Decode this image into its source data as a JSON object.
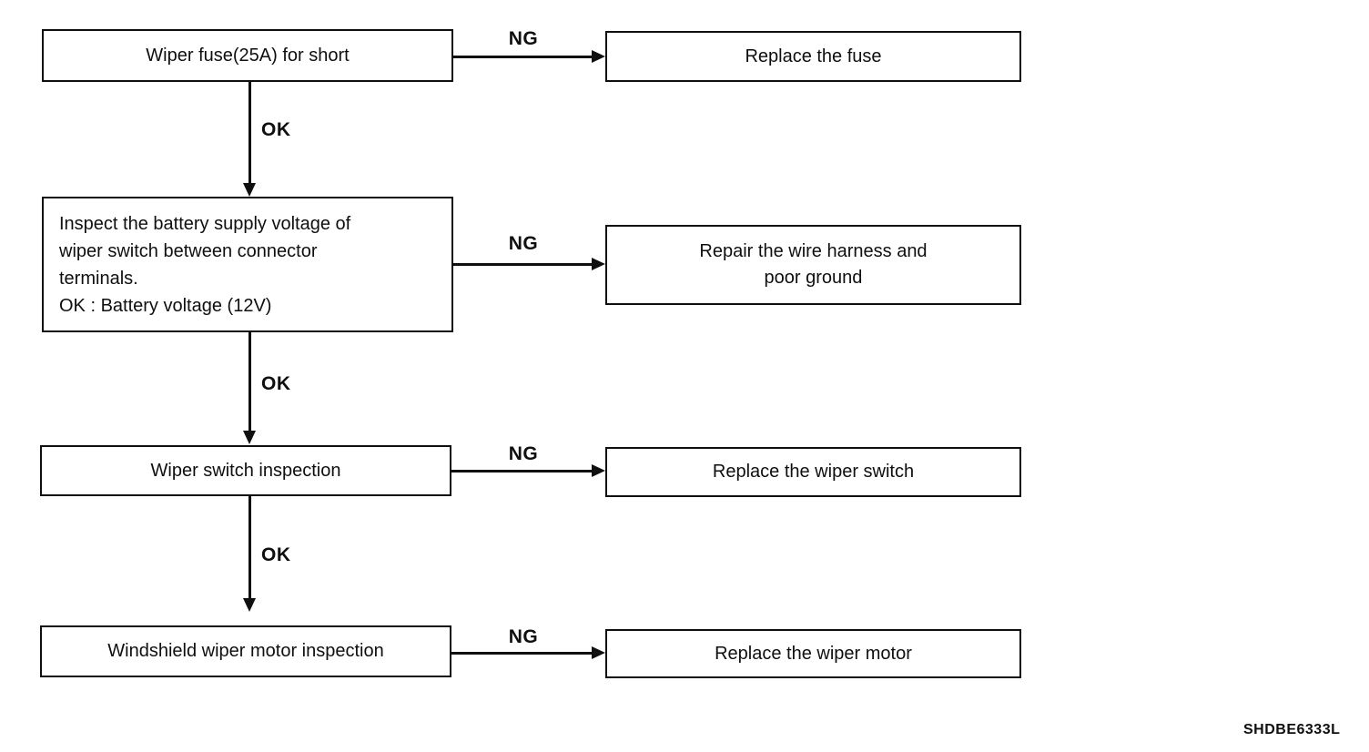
{
  "page": {
    "background": "#ffffff",
    "ink": "#0f0f0f",
    "figure_code": "SHDBE6333L"
  },
  "edge_labels": {
    "ok": "OK",
    "ng": "NG"
  },
  "steps": [
    {
      "check": "Wiper fuse(25A) for short",
      "ng_action": "Replace the fuse"
    },
    {
      "check": "Inspect the battery supply voltage of\nwiper switch between connector\nterminals.\nOK : Battery voltage (12V)",
      "ng_action": "Repair the wire harness and\npoor ground"
    },
    {
      "check": "Wiper switch inspection",
      "ng_action": "Replace the wiper switch"
    },
    {
      "check": "Windshield wiper motor inspection",
      "ng_action": "Replace the wiper motor"
    }
  ]
}
